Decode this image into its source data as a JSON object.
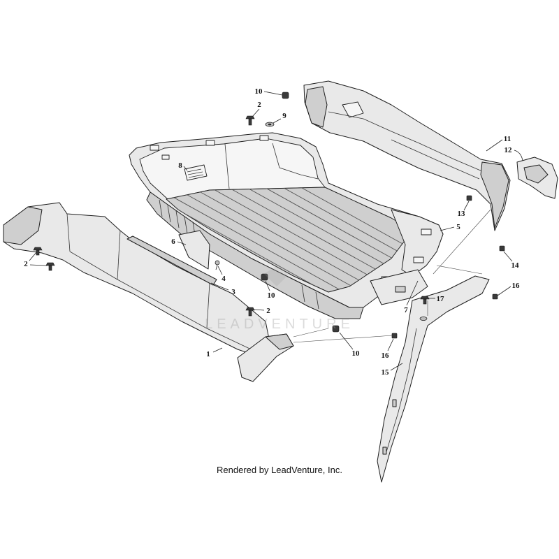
{
  "diagram": {
    "callouts": [
      {
        "label": "10"
      },
      {
        "label": "2"
      },
      {
        "label": "9"
      },
      {
        "label": "8"
      },
      {
        "label": "11"
      },
      {
        "label": "12"
      },
      {
        "label": "13"
      },
      {
        "label": "5"
      },
      {
        "label": "6"
      },
      {
        "label": "2"
      },
      {
        "label": "4"
      },
      {
        "label": "3"
      },
      {
        "label": "10"
      },
      {
        "label": "14"
      },
      {
        "label": "16"
      },
      {
        "label": "17"
      },
      {
        "label": "7"
      },
      {
        "label": "2"
      },
      {
        "label": "1"
      },
      {
        "label": "10"
      },
      {
        "label": "16"
      },
      {
        "label": "15"
      }
    ],
    "watermark": "LEADVENTURE",
    "footer": "Rendered by LeadVenture, Inc."
  }
}
